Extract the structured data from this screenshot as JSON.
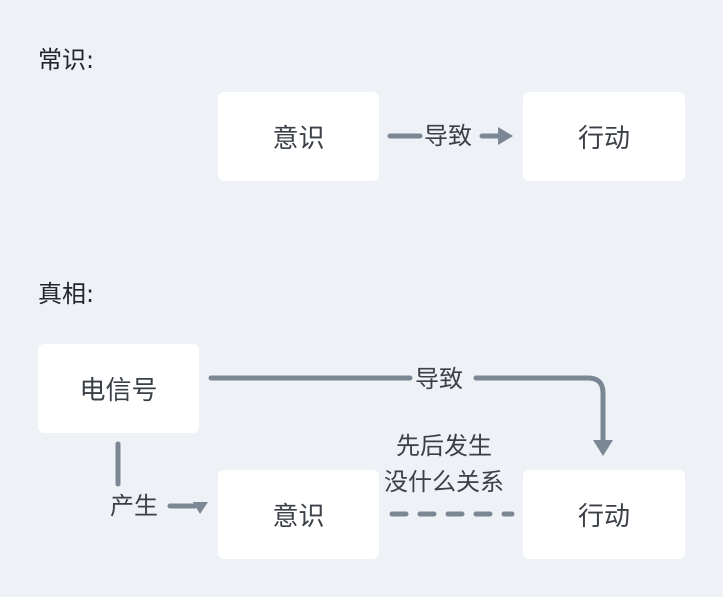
{
  "common_sense": {
    "title": "常识:",
    "consciousness": "意识",
    "action": "行动",
    "arrow_label": "导致"
  },
  "truth": {
    "title": "真相:",
    "signal": "电信号",
    "consciousness": "意识",
    "action": "行动",
    "cause_label": "导致",
    "produce_label": "产生",
    "note_line1": "先后发生",
    "note_line2": "没什么关系"
  },
  "colors": {
    "background": "#eef1f5",
    "box": "#ffffff",
    "connector": "#7b8794",
    "text": "#3b4047"
  }
}
